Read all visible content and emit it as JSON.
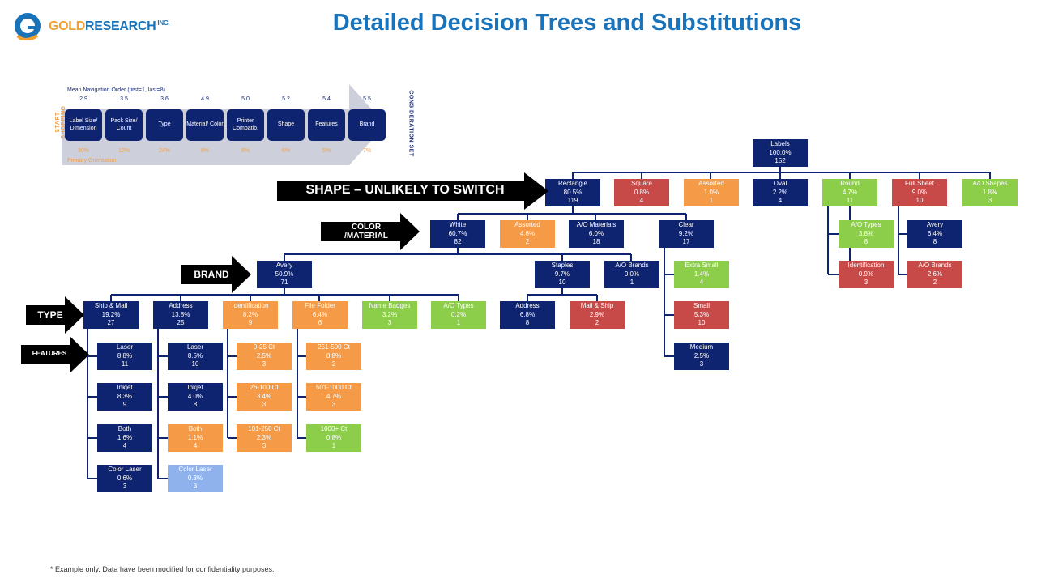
{
  "brand": {
    "gold": "GOLD",
    "research": "RESEARCH",
    "inc": "INC.",
    "colors": {
      "blue": "#1873bd",
      "gold": "#f0a030"
    }
  },
  "title": "Detailed Decision Trees and Substitutions",
  "footnote": "* Example only.  Data have been modified for confidentiality purposes.",
  "nav": {
    "caption": "Mean Navigation Order (first=1, last=8)",
    "start_label": "START SHOPPING",
    "end_label": "CONSIDERATION SET",
    "orientation_label": "Primary Orientation",
    "steps": [
      {
        "label": "Label Size/ Dimension",
        "value": "2.9",
        "pct": "30%"
      },
      {
        "label": "Pack Size/ Count",
        "value": "3.5",
        "pct": "12%"
      },
      {
        "label": "Type",
        "value": "3.6",
        "pct": "24%"
      },
      {
        "label": "Material/ Color",
        "value": "4.9",
        "pct": "8%"
      },
      {
        "label": "Printer Compatib.",
        "value": "5.0",
        "pct": "8%"
      },
      {
        "label": "Shape",
        "value": "5.2",
        "pct": "6%"
      },
      {
        "label": "Features",
        "value": "5.4",
        "pct": "5%"
      },
      {
        "label": "Brand",
        "value": "5.5",
        "pct": "7%"
      }
    ]
  },
  "callouts": {
    "shape": "SHAPE – UNLIKELY TO SWITCH",
    "color": "COLOR /MATERIAL",
    "brand": "BRAND",
    "type": "TYPE",
    "features": "FEATURES"
  },
  "colors": {
    "navy": "#0f2470",
    "red": "#c84a48",
    "orange": "#f59a47",
    "green": "#8ccd4a",
    "light_blue": "#8fb1ec"
  },
  "tree": {
    "root": {
      "name": "Labels",
      "pct": "100.0%",
      "n": "152"
    },
    "shapes": [
      {
        "name": "Rectangle",
        "pct": "80.5%",
        "n": "119"
      },
      {
        "name": "Square",
        "pct": "0.8%",
        "n": "4"
      },
      {
        "name": "Assorted",
        "pct": "1.0%",
        "n": "1"
      },
      {
        "name": "Oval",
        "pct": "2.2%",
        "n": "4"
      },
      {
        "name": "Round",
        "pct": "4.7%",
        "n": "11"
      },
      {
        "name": "Full Sheet",
        "pct": "9.0%",
        "n": "10"
      },
      {
        "name": "A/O Shapes",
        "pct": "1.8%",
        "n": "3"
      }
    ],
    "round_children": [
      {
        "name": "A/O Types",
        "pct": "3.8%",
        "n": "8"
      },
      {
        "name": "Identification",
        "pct": "0.9%",
        "n": "3"
      }
    ],
    "fullsheet_children": [
      {
        "name": "Avery",
        "pct": "6.4%",
        "n": "8"
      },
      {
        "name": "A/O Brands",
        "pct": "2.6%",
        "n": "2"
      }
    ],
    "materials": [
      {
        "name": "White",
        "pct": "60.7%",
        "n": "82"
      },
      {
        "name": "Assorted",
        "pct": "4.6%",
        "n": "2"
      },
      {
        "name": "A/O Materials",
        "pct": "6.0%",
        "n": "18"
      },
      {
        "name": "Clear",
        "pct": "9.2%",
        "n": "17"
      }
    ],
    "clear_children": [
      {
        "name": "Extra Small",
        "pct": "1.4%",
        "n": "4"
      },
      {
        "name": "Small",
        "pct": "5.3%",
        "n": "10"
      },
      {
        "name": "Medium",
        "pct": "2.5%",
        "n": "3"
      }
    ],
    "brands": [
      {
        "name": "Avery",
        "pct": "50.9%",
        "n": "71"
      },
      {
        "name": "Staples",
        "pct": "9.7%",
        "n": "10"
      },
      {
        "name": "A/O Brands",
        "pct": "0.0%",
        "n": "1"
      }
    ],
    "staples_children": [
      {
        "name": "Address",
        "pct": "6.8%",
        "n": "8"
      },
      {
        "name": "Mail & Ship",
        "pct": "2.9%",
        "n": "2"
      }
    ],
    "types": [
      {
        "name": "Ship & Mail",
        "pct": "19.2%",
        "n": "27"
      },
      {
        "name": "Address",
        "pct": "13.8%",
        "n": "25"
      },
      {
        "name": "Identification",
        "pct": "8.2%",
        "n": "9"
      },
      {
        "name": "File Folder",
        "pct": "6.4%",
        "n": "6"
      },
      {
        "name": "Name Badges",
        "pct": "3.2%",
        "n": "3"
      },
      {
        "name": "A/O Types",
        "pct": "0.2%",
        "n": "1"
      }
    ],
    "ship_features": [
      {
        "name": "Laser",
        "pct": "8.8%",
        "n": "11"
      },
      {
        "name": "Inkjet",
        "pct": "8.3%",
        "n": "9"
      },
      {
        "name": "Both",
        "pct": "1.6%",
        "n": "4"
      },
      {
        "name": "Color Laser",
        "pct": "0.6%",
        "n": "3"
      }
    ],
    "address_features": [
      {
        "name": "Laser",
        "pct": "8.5%",
        "n": "10"
      },
      {
        "name": "Inkjet",
        "pct": "4.0%",
        "n": "8"
      },
      {
        "name": "Both",
        "pct": "1.1%",
        "n": "4"
      },
      {
        "name": "Color Laser",
        "pct": "0.3%",
        "n": "3"
      }
    ],
    "id_features": [
      {
        "name": "0-25 Ct",
        "pct": "2.5%",
        "n": "3"
      },
      {
        "name": "26-100 Ct",
        "pct": "3.4%",
        "n": "3"
      },
      {
        "name": "101-250 Ct",
        "pct": "2.3%",
        "n": "3"
      }
    ],
    "folder_features": [
      {
        "name": "251-500 Ct",
        "pct": "0.8%",
        "n": "2"
      },
      {
        "name": "501-1000 Ct",
        "pct": "4.7%",
        "n": "3"
      },
      {
        "name": "1000+ Ct",
        "pct": "0.8%",
        "n": "1"
      }
    ]
  }
}
